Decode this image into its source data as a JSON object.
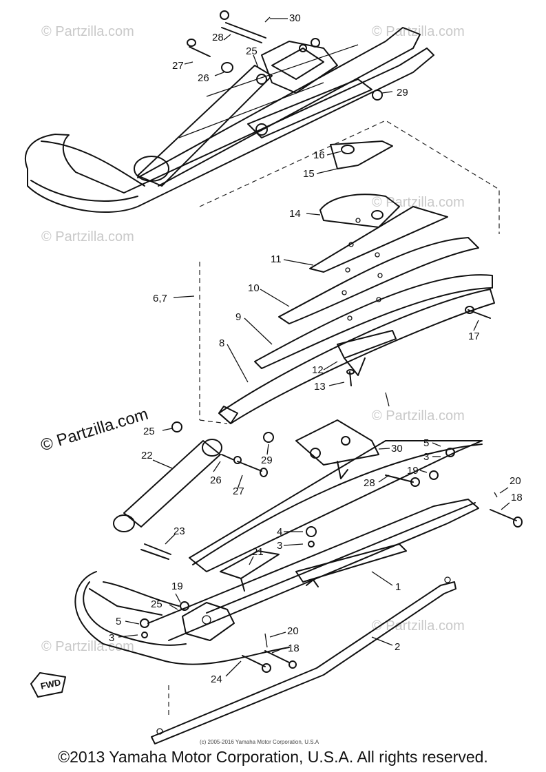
{
  "watermark": {
    "main": "© Partzilla.com",
    "faint": "© Partzilla.com"
  },
  "diagram_copyright": "(c) 2005-2016 Yamaha Motor Corporation, U.S.A",
  "fwd_label": "FWD",
  "callouts": {
    "c30_top": "30",
    "c28_top": "28",
    "c27_top": "27",
    "c26_top": "26",
    "c25_top": "25",
    "c29_top": "29",
    "c16": "16",
    "c15": "15",
    "c14": "14",
    "c11": "11",
    "c10": "10",
    "c67": "6,7",
    "c9": "9",
    "c8": "8",
    "c17": "17",
    "c12": "12",
    "c13": "13",
    "c25_mid": "25",
    "c22": "22",
    "c26_mid": "26",
    "c27_mid": "27",
    "c29_mid": "29",
    "c30_mid": "30",
    "c28_mid": "28",
    "c5_r": "5",
    "c3_r": "3",
    "c19_r": "19",
    "c20_r": "20",
    "c18_r": "18",
    "c23": "23",
    "c4": "4",
    "c3_c": "3",
    "c21": "21",
    "c1": "1",
    "c19_l": "19",
    "c25_l": "25",
    "c5_l": "5",
    "c3_l": "3",
    "c20_b": "20",
    "c18_b": "18",
    "c2": "2",
    "c24": "24"
  },
  "footer": {
    "copyright": "©2013 Yamaha Motor Corporation, U.S.A. All rights reserved."
  }
}
